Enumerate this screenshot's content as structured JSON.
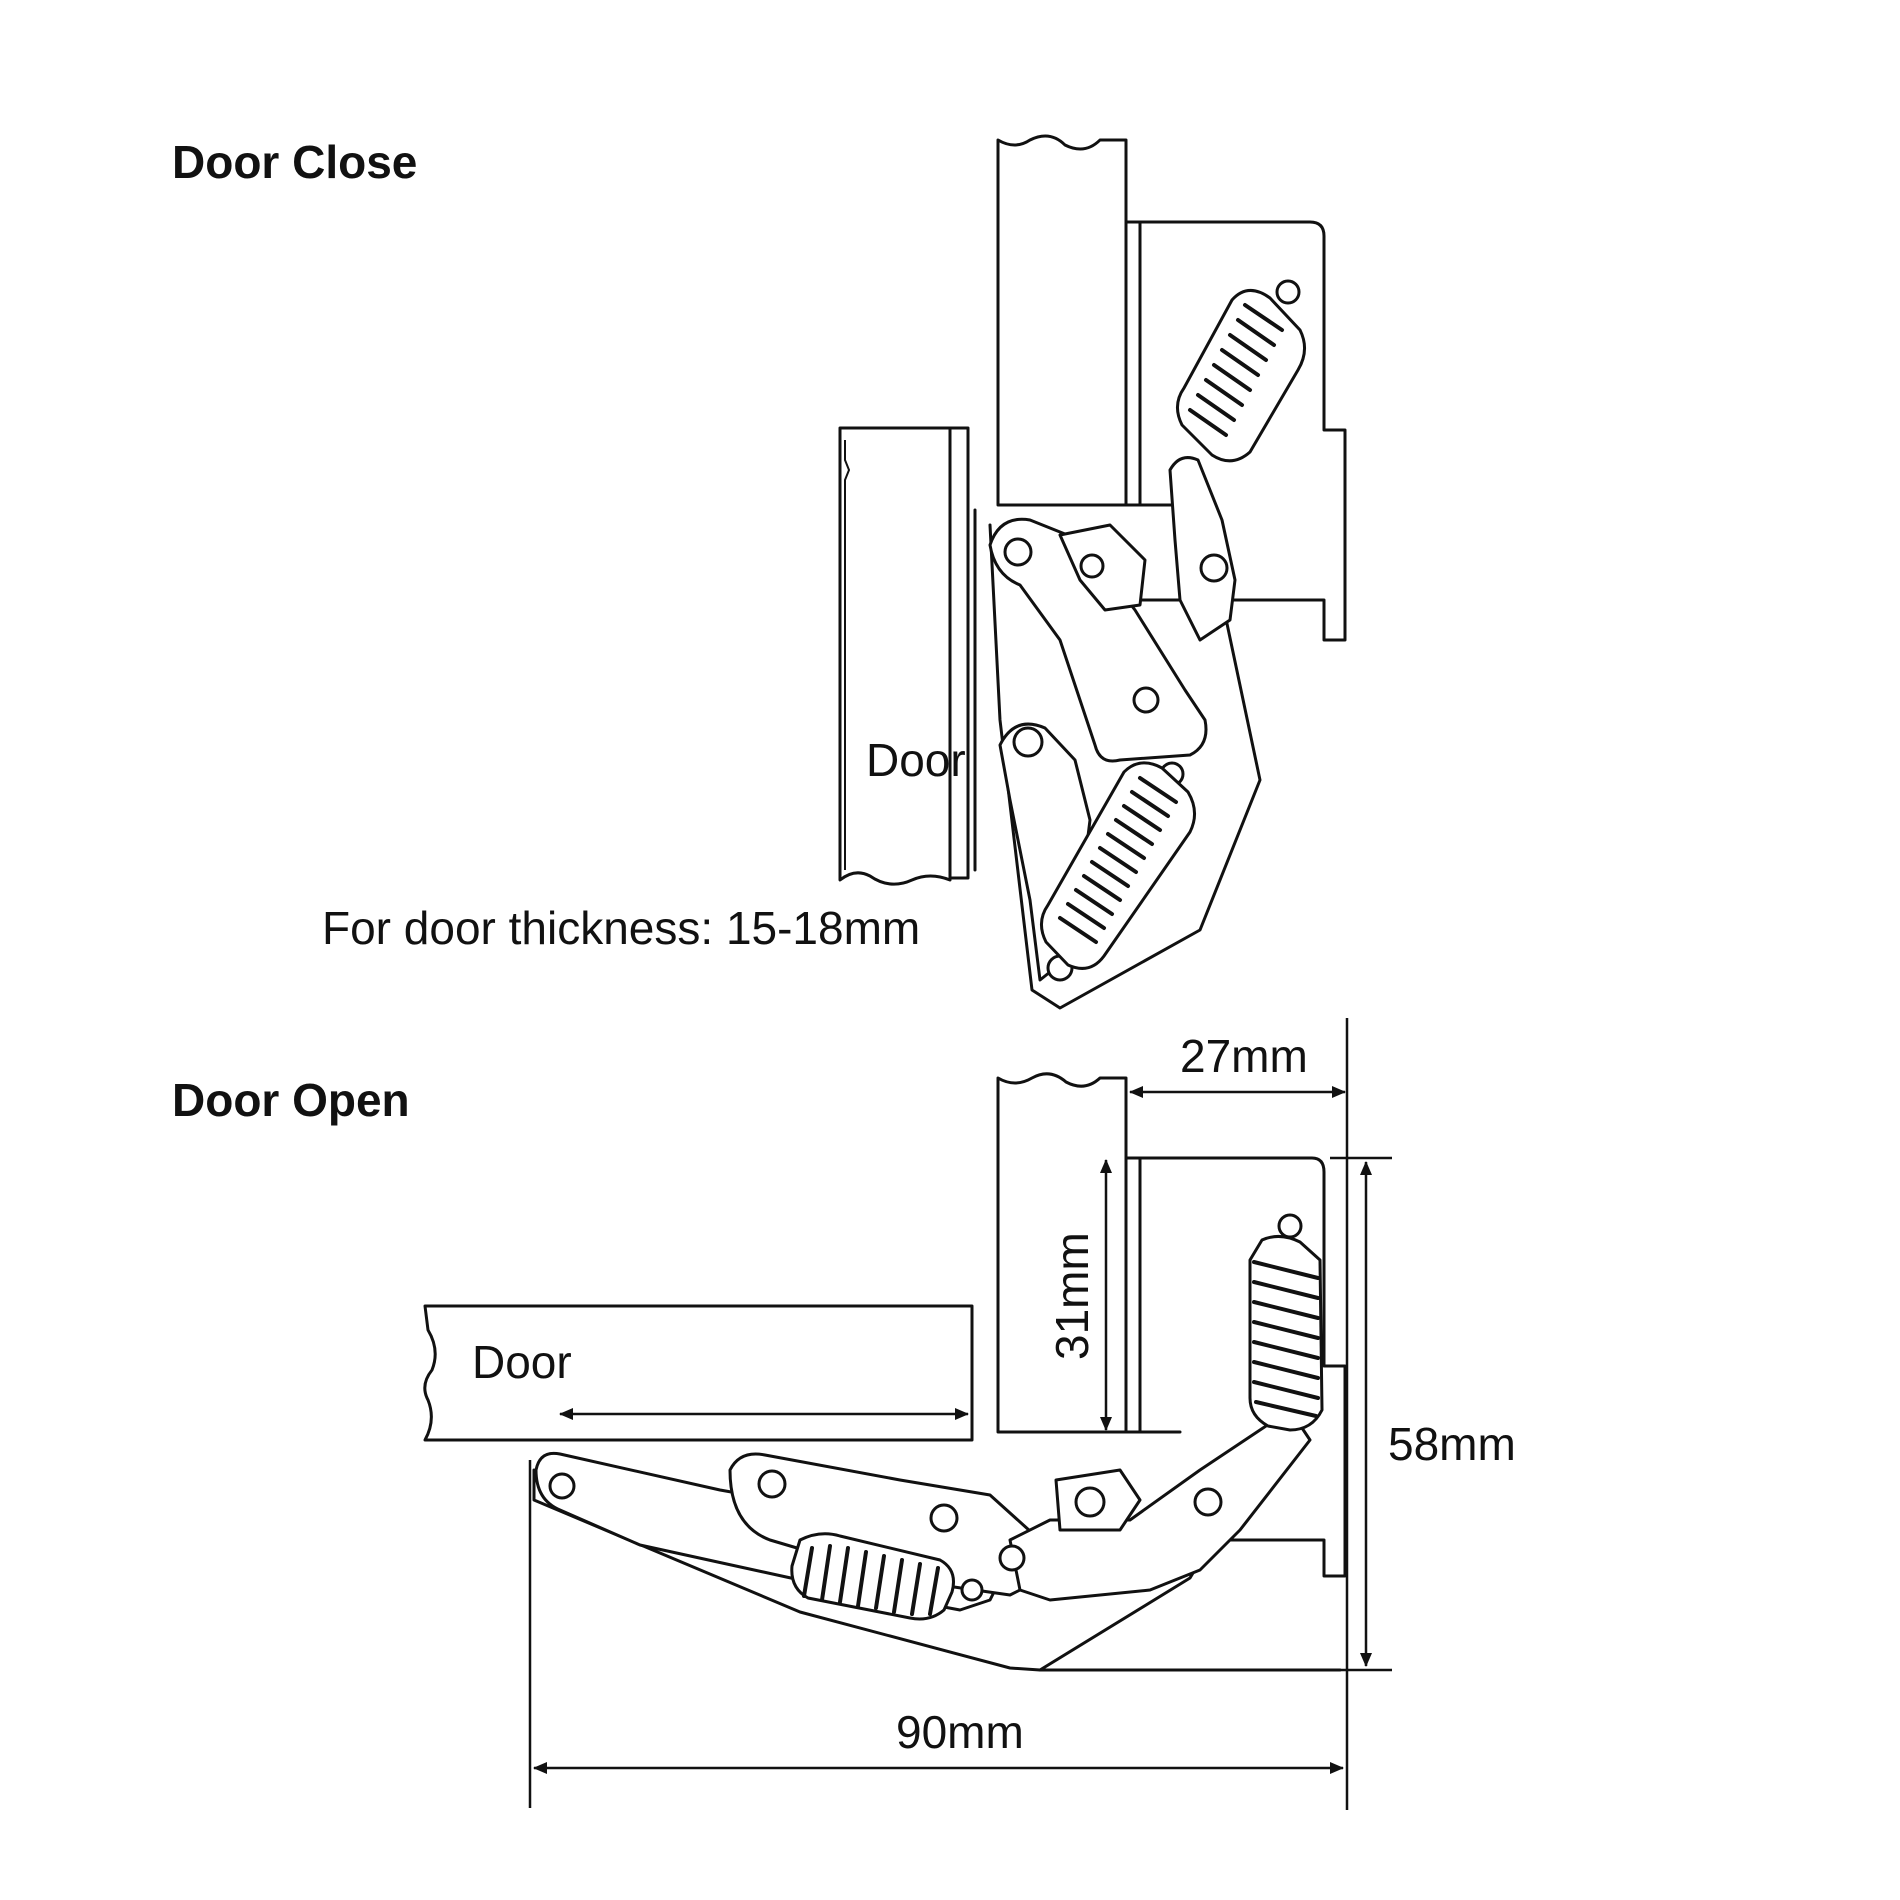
{
  "colors": {
    "line": "#111111",
    "background": "#ffffff"
  },
  "close_view": {
    "title": "Door Close",
    "door_label": "Door",
    "thickness_note": "For door thickness: 15-18mm"
  },
  "open_view": {
    "title": "Door Open",
    "door_label": "Door"
  },
  "dimensions": {
    "width_27": "27mm",
    "height_31": "31mm",
    "height_58": "58mm",
    "length_90": "90mm"
  }
}
